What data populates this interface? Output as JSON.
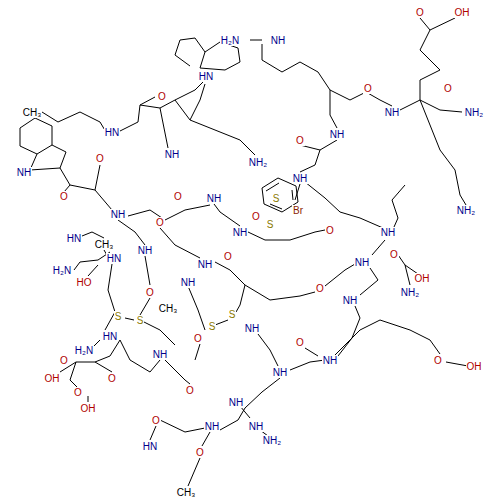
{
  "diagram": {
    "labels": [
      "O",
      "OH",
      "H₂N",
      "NH",
      "O",
      "O",
      "NH",
      "NH₂",
      "CH₃",
      "HN",
      "O",
      "HN",
      "NH",
      "O",
      "O",
      "NH",
      "NH",
      "NH₂",
      "NH",
      "O",
      "O",
      "NH",
      "S",
      "Br",
      "NH₂",
      "NH",
      "O",
      "S",
      "HN",
      "NH",
      "O",
      "CH₃",
      "O",
      "NH",
      "NH",
      "HN",
      "O",
      "NH",
      "H₂N",
      "HO",
      "NH",
      "O",
      "OH",
      "NH₂",
      "NH",
      "O",
      "NH",
      "O",
      "S",
      "S",
      "S",
      "S",
      "CH₃",
      "NH",
      "O",
      "HN",
      "H₂N",
      "O",
      "NH",
      "NH",
      "O",
      "OH",
      "O",
      "O",
      "OH",
      "O",
      "OH",
      "NH",
      "O",
      "NH",
      "O",
      "NH",
      "NH",
      "NH₂",
      "HN",
      "O",
      "CH₃"
    ]
  }
}
